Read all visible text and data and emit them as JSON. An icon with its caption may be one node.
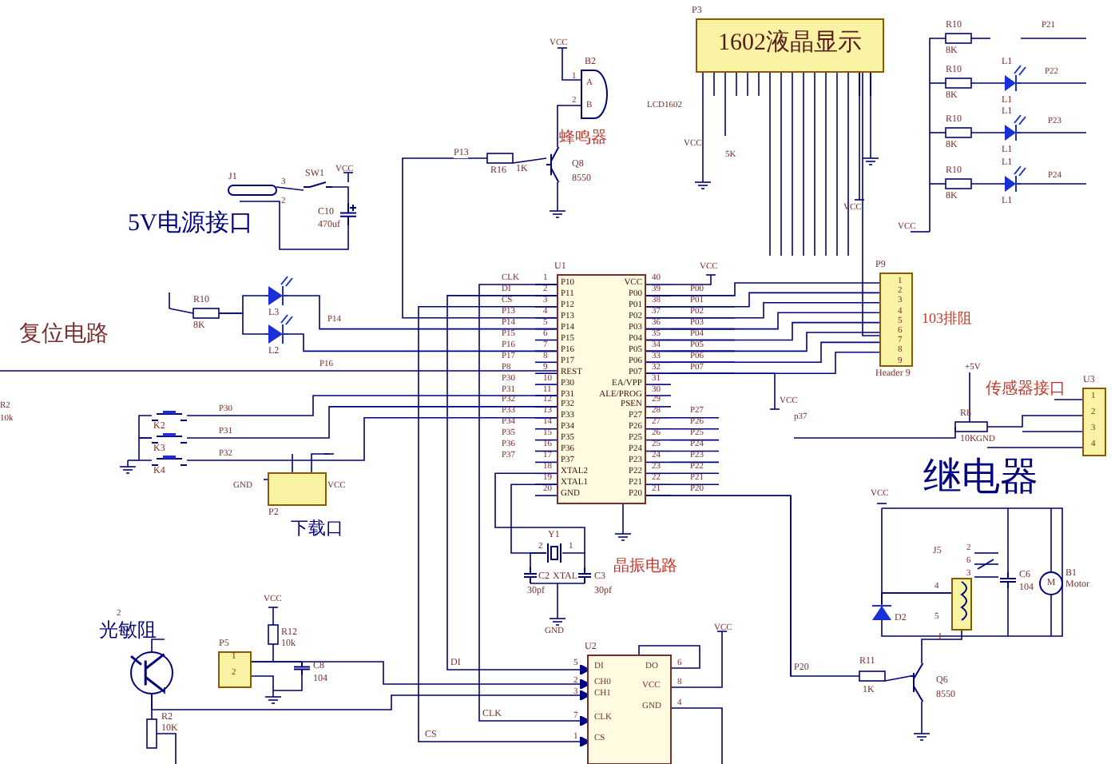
{
  "diagram": {
    "nodes": [
      {
        "text": [
          "P3",
          "1602液晶显示"
        ]
      },
      {
        "text": [
          "U1"
        ]
      },
      {
        "text": [
          "B2"
        ],
        "beside": [
          "蜂鸣器"
        ]
      },
      {
        "text": [
          "Q8",
          "8550"
        ]
      },
      {
        "text": [
          "R16",
          "1K"
        ]
      },
      {
        "text": [
          "J1"
        ]
      },
      {
        "text": [
          "SW1"
        ]
      },
      {
        "text": [
          "C10",
          "470uf"
        ]
      },
      {
        "text": [
          "R10",
          "8K"
        ]
      },
      {
        "text": [
          "L3"
        ]
      },
      {
        "text": [
          "L2"
        ]
      },
      {
        "text": [
          "K2"
        ]
      },
      {
        "text": [
          "K3"
        ]
      },
      {
        "text": [
          "K4"
        ]
      },
      {
        "text": [
          "P2"
        ],
        "beside": [
          "下载口"
        ]
      },
      {
        "text": [
          "Y1",
          "XTAL"
        ]
      },
      {
        "text": [
          "C2",
          "30pf"
        ]
      },
      {
        "text": [
          "C3",
          "30pf"
        ]
      },
      {
        "text": [
          "U2"
        ]
      },
      {
        "text": [
          "P5"
        ]
      },
      {
        "text": [
          "R12",
          "10k"
        ]
      },
      {
        "text": [
          "C8",
          "104"
        ]
      },
      {
        "text": [
          "光敏阻"
        ]
      },
      {
        "text": [
          "R2",
          "10K"
        ]
      },
      {
        "text": [
          "P9",
          "Header 9"
        ],
        "beside": [
          "103排阻"
        ]
      },
      {
        "text": [
          "R8",
          "10K"
        ]
      },
      {
        "text": [
          "U3"
        ]
      },
      {
        "text": [
          "J5",
          "J"
        ]
      },
      {
        "text": [
          "D2"
        ]
      },
      {
        "text": [
          "C6",
          "104"
        ]
      },
      {
        "text": [
          "M"
        ],
        "beside": [
          "B1",
          "Motor"
        ]
      },
      {
        "text": [
          "R11",
          "1K"
        ]
      },
      {
        "text": [
          "Q6",
          "8550"
        ]
      },
      {
        "text": [
          "R10",
          "8K"
        ]
      },
      {
        "text": [
          "R10",
          "8K"
        ]
      },
      {
        "text": [
          "L1",
          "L1"
        ]
      },
      {
        "text": [
          "R10",
          "8K"
        ]
      },
      {
        "text": [
          "L1",
          "L1"
        ]
      },
      {
        "text": [
          "R10",
          "8K"
        ]
      },
      {
        "text": [
          "L1",
          "L1"
        ]
      }
    ],
    "edges": [
      {
        "from": 5,
        "to": 6,
        "arrow": "none"
      },
      {
        "from": 6,
        "to": 7,
        "arrow": "none"
      },
      {
        "from": 1,
        "to": 4,
        "arrow": "none",
        "label": "P13"
      },
      {
        "from": 4,
        "to": 3,
        "arrow": "none"
      },
      {
        "from": 3,
        "to": 2,
        "arrow": "none"
      },
      {
        "from": 8,
        "to": 9,
        "arrow": "none"
      },
      {
        "from": 8,
        "to": 10,
        "arrow": "none"
      },
      {
        "from": 9,
        "to": 1,
        "arrow": "none"
      },
      {
        "from": 10,
        "to": 1,
        "arrow": "none"
      },
      {
        "from": 11,
        "to": 1,
        "arrow": "none"
      },
      {
        "from": 12,
        "to": 1,
        "arrow": "none"
      },
      {
        "from": 13,
        "to": 1,
        "arrow": "none"
      },
      {
        "from": 1,
        "to": 24,
        "arrow": "none"
      },
      {
        "from": 0,
        "to": 24,
        "arrow": "none"
      },
      {
        "from": 15,
        "to": 1,
        "arrow": "none"
      },
      {
        "from": 16,
        "to": 15,
        "arrow": "none"
      },
      {
        "from": 17,
        "to": 15,
        "arrow": "none"
      },
      {
        "from": 1,
        "to": 18,
        "arrow": "to",
        "label": "DI"
      },
      {
        "from": 1,
        "to": 18,
        "arrow": "to",
        "label": "CLK"
      },
      {
        "from": 1,
        "to": 18,
        "arrow": "to",
        "label": "CS"
      },
      {
        "from": 19,
        "to": 18,
        "arrow": "to"
      },
      {
        "from": 22,
        "to": 18,
        "arrow": "to"
      },
      {
        "from": 22,
        "to": 23,
        "arrow": "none"
      },
      {
        "from": 1,
        "to": 31,
        "arrow": "none",
        "label": "P20"
      },
      {
        "from": 31,
        "to": 32,
        "arrow": "none"
      },
      {
        "from": 32,
        "to": 27,
        "arrow": "none"
      },
      {
        "from": 28,
        "to": 27,
        "arrow": "none"
      },
      {
        "from": 25,
        "to": 26,
        "arrow": "none"
      },
      {
        "from": 34,
        "to": 35,
        "arrow": "none"
      },
      {
        "from": 36,
        "to": 37,
        "arrow": "none"
      },
      {
        "from": 38,
        "to": 39,
        "arrow": "none"
      },
      {
        "from": 11,
        "to": 12,
        "arrow": "none"
      },
      {
        "from": 12,
        "to": 13,
        "arrow": "none"
      },
      {
        "from": 16,
        "to": 17,
        "arrow": "none"
      },
      {
        "from": 1,
        "to": 24,
        "arrow": "none"
      },
      {
        "from": 1,
        "to": 24,
        "arrow": "none"
      },
      {
        "from": 1,
        "to": 24,
        "arrow": "none"
      },
      {
        "from": 1,
        "to": 24,
        "arrow": "none"
      },
      {
        "from": 1,
        "to": 24,
        "arrow": "none"
      },
      {
        "from": 1,
        "to": 24,
        "arrow": "none"
      },
      {
        "from": 1,
        "to": 24,
        "arrow": "none"
      }
    ],
    "labels": [
      "VCC",
      "1",
      "A",
      "2",
      "B",
      "VCC",
      "3",
      "2",
      "5V电源接口",
      "复位电路",
      "P14",
      "P16",
      "P30",
      "P31",
      "P32",
      "GND",
      "VCC",
      "R2",
      "10k",
      "LCD1602",
      "VCC",
      "5K",
      "VCC",
      "VCC",
      "P21",
      "P22",
      "P23",
      "P24",
      "VCC",
      "VCC",
      "+5V",
      "传感器接口",
      "p37",
      "GND",
      "1",
      "2",
      "3",
      "4",
      "继电器",
      "VCC",
      "2",
      "6",
      "3",
      "4",
      "5",
      "VCC",
      "2",
      "1",
      "GND",
      "VCC",
      "1",
      "2",
      "2",
      "5",
      "2",
      "3",
      "7",
      "1",
      "6",
      "8",
      "4",
      "DI",
      "CH0",
      "CH1",
      "CLK",
      "CS",
      "DO",
      "VCC",
      "GND",
      "晶振电路",
      "CLK",
      "DI",
      "CS",
      "P13",
      "P14",
      "P15",
      "P16",
      "P17",
      "P8",
      "P30",
      "P31",
      "P32",
      "P33",
      "P34",
      "P35",
      "P36",
      "P37",
      "1",
      "2",
      "3",
      "4",
      "5",
      "6",
      "7",
      "8",
      "9",
      "10",
      "11",
      "12",
      "13",
      "14",
      "15",
      "16",
      "17",
      "18",
      "19",
      "20",
      "P10",
      "P11",
      "P12",
      "P13",
      "P14",
      "P15",
      "P16",
      "P17",
      "REST",
      "P30",
      "P31",
      "P32",
      "P33",
      "P34",
      "P35",
      "P36",
      "P37",
      "XTAL2",
      "XTAL1",
      "GND",
      "VCC",
      "P00",
      "P01",
      "P02",
      "P03",
      "P04",
      "P05",
      "P06",
      "P07",
      "EA/VPP",
      "ALE/PROG",
      "PSEN",
      "P27",
      "P26",
      "P25",
      "P24",
      "P23",
      "P22",
      "P21",
      "P20",
      "40",
      "39",
      "38",
      "37",
      "36",
      "35",
      "34",
      "33",
      "32",
      "31",
      "30",
      "29",
      "28",
      "27",
      "26",
      "25",
      "24",
      "23",
      "22",
      "21",
      "P00",
      "P01",
      "P02",
      "P03",
      "P04",
      "P05",
      "P06",
      "P07",
      "P27",
      "P26",
      "P25",
      "P24",
      "P23",
      "P22",
      "P21",
      "P20",
      "1",
      "2",
      "3",
      "4",
      "5",
      "6",
      "7",
      "8",
      "9"
    ]
  }
}
